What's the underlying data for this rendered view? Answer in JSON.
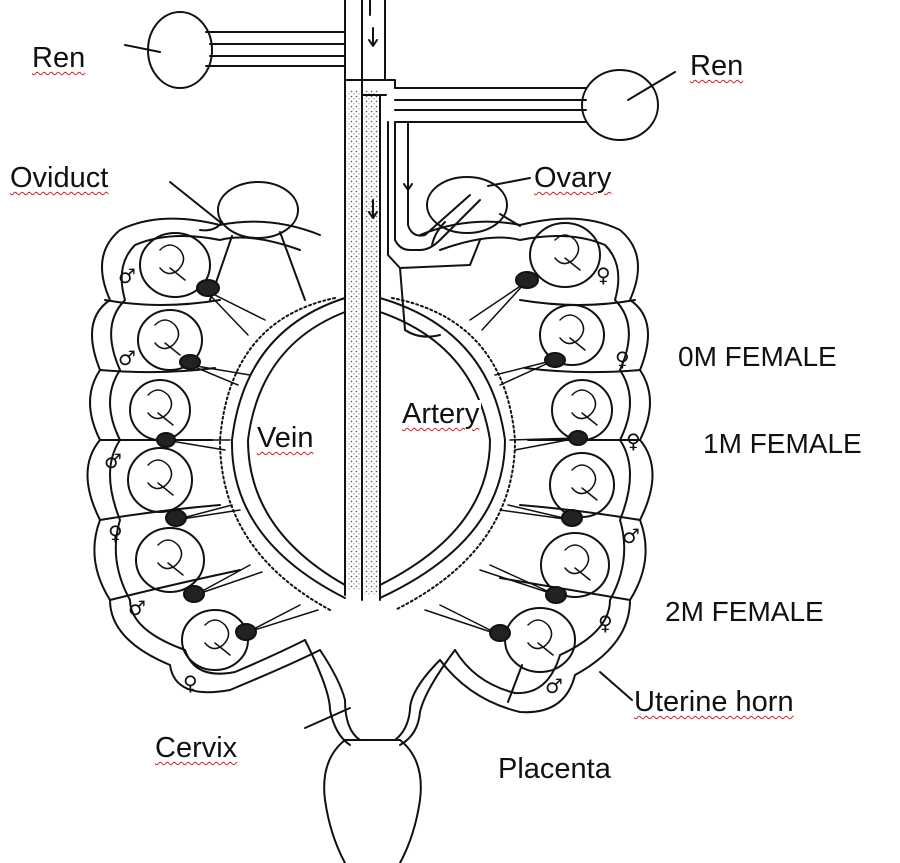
{
  "labels": {
    "ren_left": "Ren",
    "ren_right": "Ren",
    "oviduct": "Oviduct",
    "ovary": "Ovary",
    "vein": "Vein",
    "artery": "Artery",
    "cervix": "Cervix",
    "placenta": "Placenta",
    "uterine_horn": "Uterine horn",
    "position_0m": "0M FEMALE",
    "position_1m": "1M FEMALE",
    "position_2m": "2M FEMALE"
  },
  "fetuses": {
    "left_horn": [
      "♂",
      "♂",
      "♂",
      "♀",
      "♂",
      "♀"
    ],
    "right_horn": [
      "♀",
      "♀",
      "♀",
      "♂",
      "♀",
      "♂"
    ]
  },
  "colors": {
    "ink": "#111111",
    "spellcheck": "#d32020",
    "stipple": "#8a8a8a"
  }
}
